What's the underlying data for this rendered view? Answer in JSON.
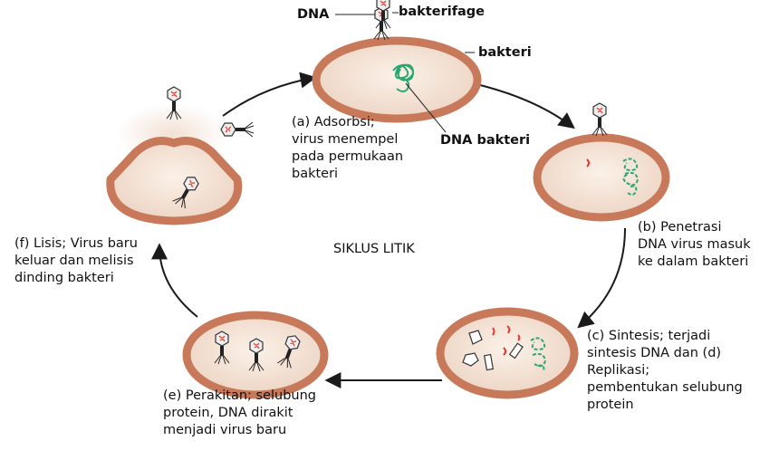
{
  "title": "SIKLUS LITIK",
  "labels": {
    "dna": "DNA",
    "bakterifage": "bakterifage",
    "bakteri": "bakteri",
    "dna_bakteri": "DNA bakteri"
  },
  "steps": {
    "a": [
      "(a) Adsorbsi;",
      "virus menempel",
      "pada permukaan",
      "bakteri"
    ],
    "b": [
      "(b) Penetrasi",
      "DNA virus masuk",
      "ke dalam bakteri"
    ],
    "c": [
      "(c) Sintesis; terjadi",
      "sintesis DNA dan (d)",
      "Replikasi;",
      "pembentukan selubung",
      "protein"
    ],
    "e": [
      "(e) Perakitan; selubung",
      "protein, DNA dirakit",
      "menjadi virus baru"
    ],
    "f": [
      "(f) Lisis; Virus baru",
      "keluar dan melisis",
      "dinding bakteri"
    ]
  },
  "colors": {
    "cell_wall": "#c8795a",
    "cytoplasm": "#f3e4d8",
    "bacterial_dna": "#2aa870",
    "viral_dna": "#e23b2e",
    "phage_head": "#eeeeee",
    "arrow": "#1a1a1a"
  }
}
